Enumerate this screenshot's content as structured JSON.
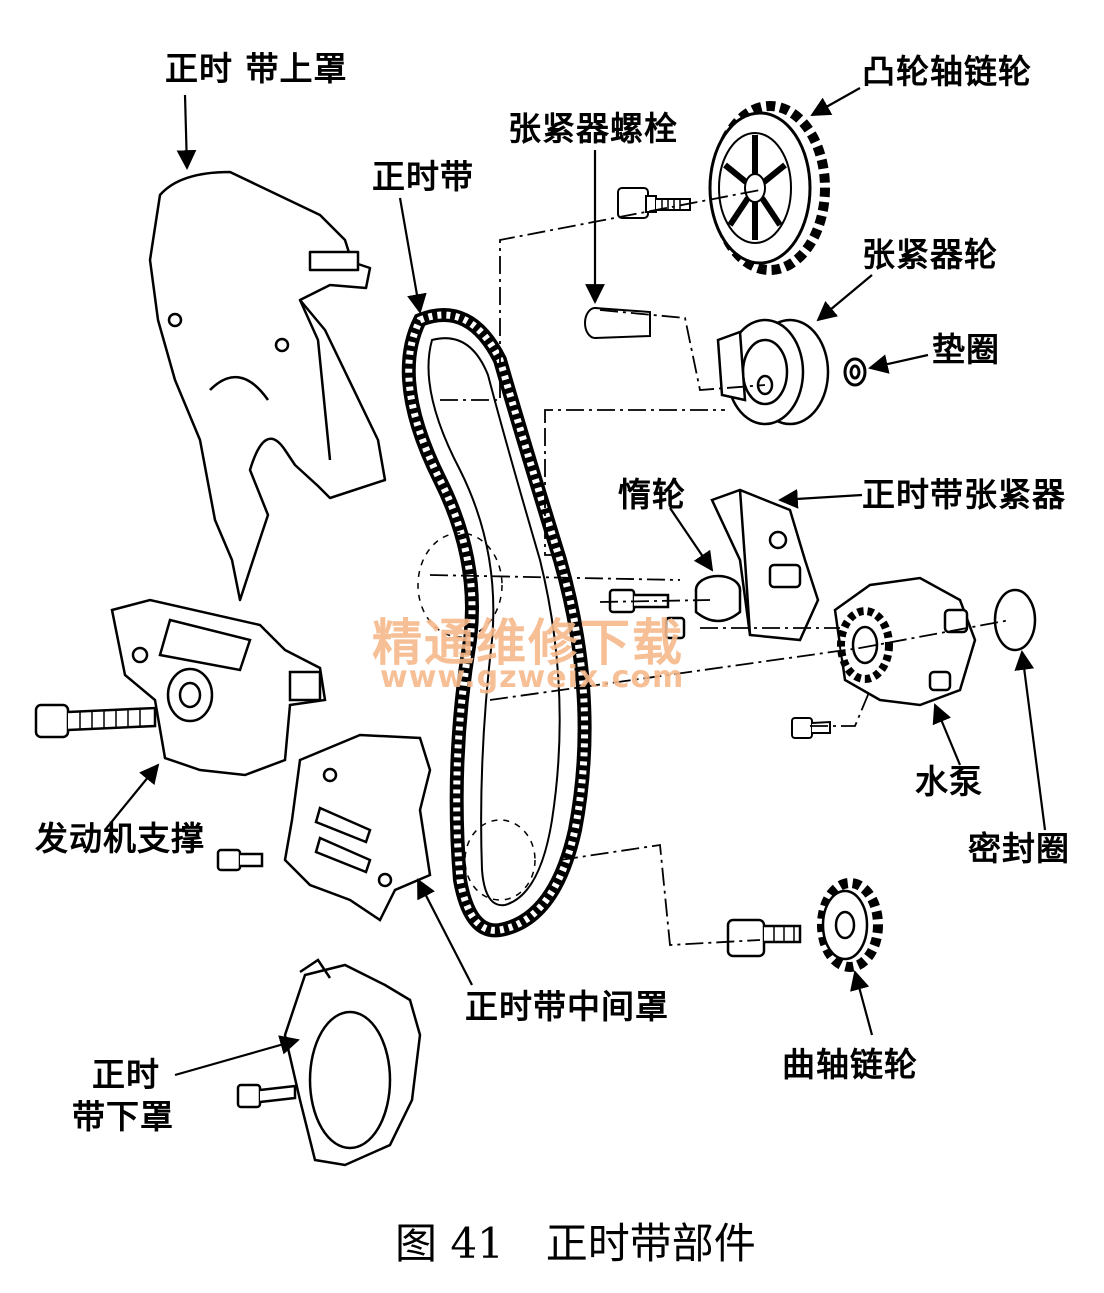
{
  "labels": {
    "upper_cover": "正时 带上罩",
    "timing_belt": "正时带",
    "tensioner_bolt": "张紧器螺栓",
    "camshaft_sprocket": "凸轮轴链轮",
    "tensioner_pulley": "张紧器轮",
    "washer": "垫圈",
    "idler": "惰轮",
    "belt_tensioner": "正时带张紧器",
    "engine_mount": "发动机支撑",
    "water_pump": "水泵",
    "seal_ring": "密封圈",
    "middle_cover": "正时带中间罩",
    "lower_cover_line1": "正时",
    "lower_cover_line2": "带下罩",
    "crankshaft_sprocket": "曲轴链轮"
  },
  "caption": {
    "figure_no": "图 41",
    "title": "正时带部件"
  },
  "watermark": {
    "text": "精通维修下载",
    "url": "www.gzweix.com"
  }
}
